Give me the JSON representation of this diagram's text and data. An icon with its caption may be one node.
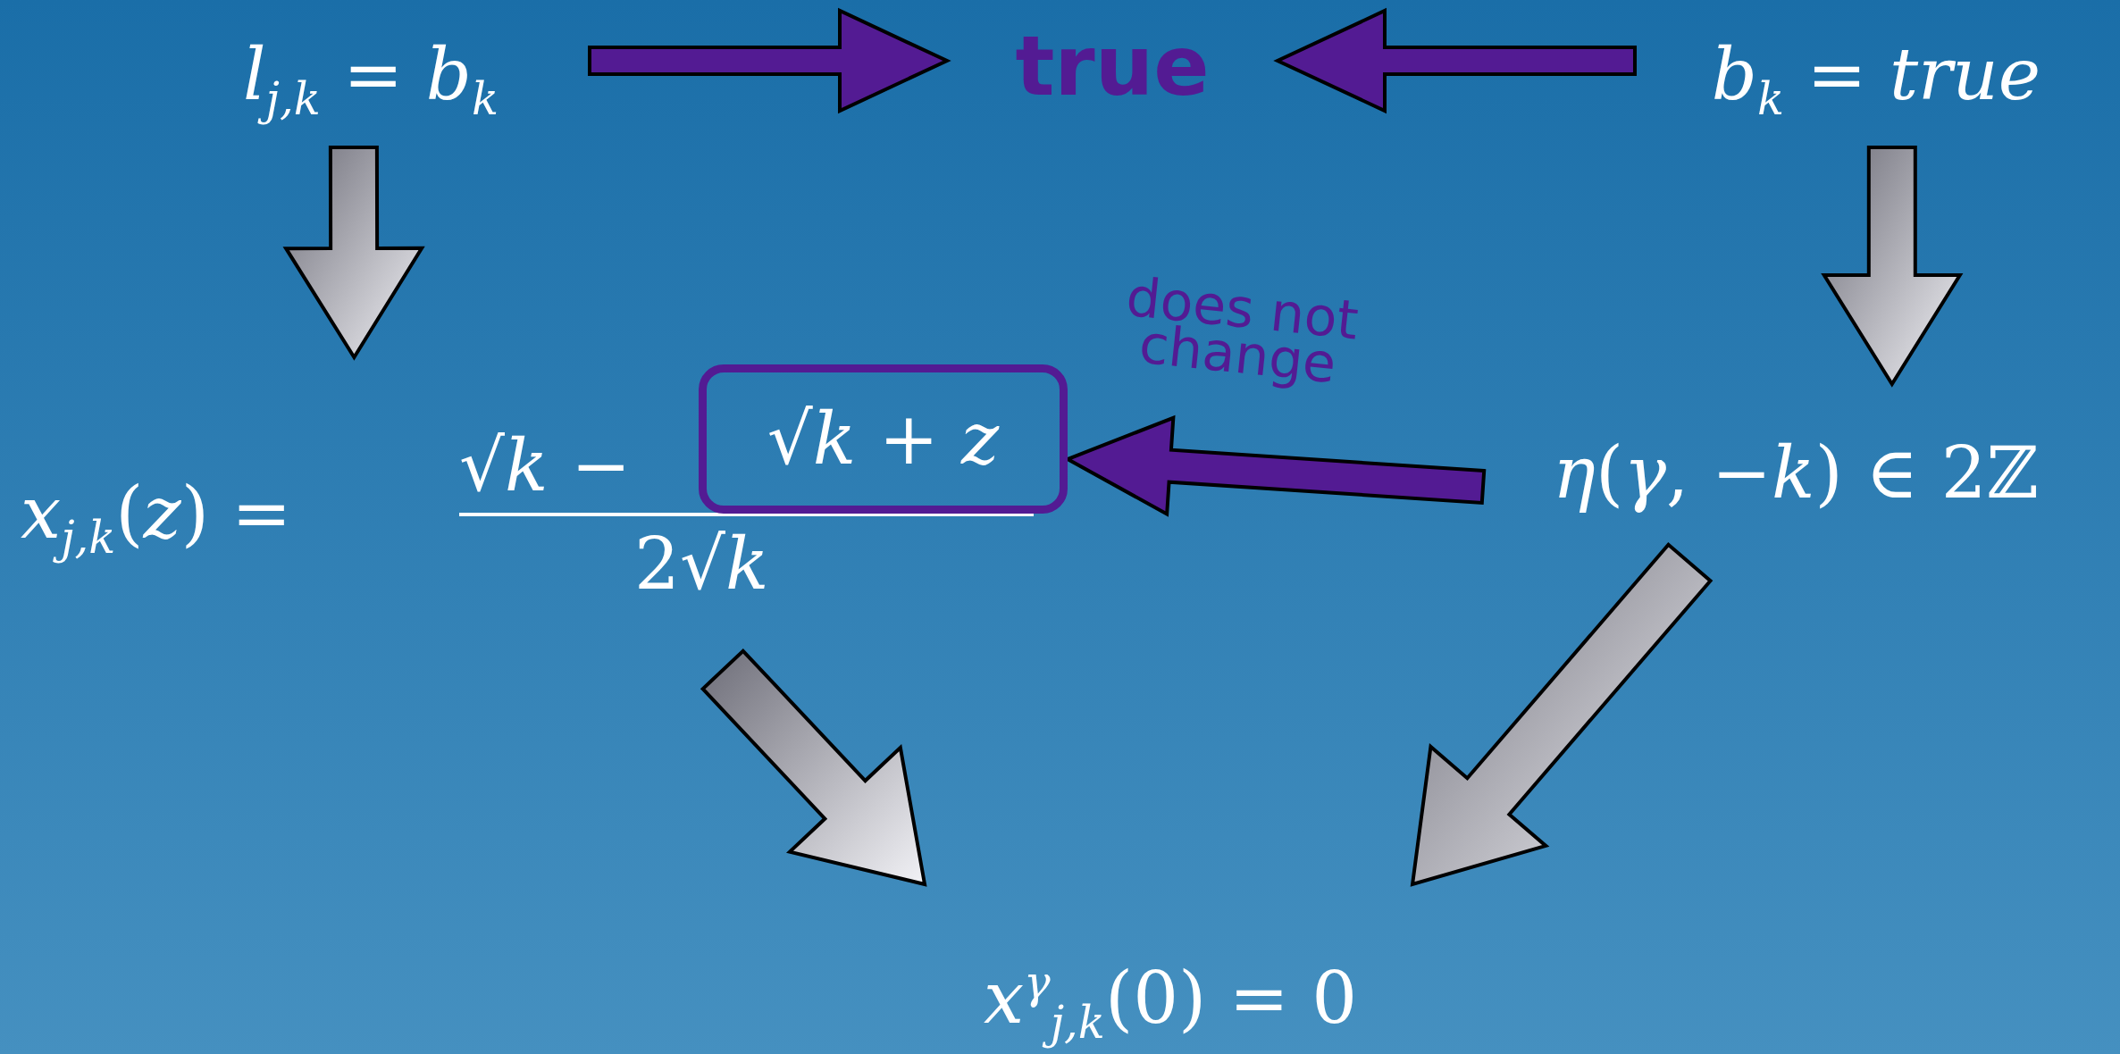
{
  "diagram": {
    "nodes": [
      {
        "text": [
          "*l*$_{j,k}$ = *b*$_{k}$"
        ]
      },
      {
        "text": [
          "true"
        ]
      },
      {
        "text": [
          "*b*$_{k}$ = *true*"
        ]
      },
      {
        "text": [
          "*x*$_{j,k}$(*z*) =",
          "√*k* −",
          "2√*k*"
        ]
      },
      {
        "text": [
          "√*k* + *z*"
        ],
        "in": 3
      },
      {
        "text": [
          "*η*(*γ*, −*k*) ∈ 2ℤ"
        ]
      },
      {
        "text": [
          "*x*$^{γ}$$_{j,k}$(0) = 0"
        ]
      }
    ],
    "edges": [
      {
        "from": 0,
        "to": 1,
        "arrow": "to",
        "color": "#531b93"
      },
      {
        "from": 2,
        "to": 1,
        "arrow": "to",
        "color": "#531b93"
      },
      {
        "from": 0,
        "to": 3,
        "arrow": "to"
      },
      {
        "from": 2,
        "to": 5,
        "arrow": "to"
      },
      {
        "from": 3,
        "to": 6,
        "arrow": "to"
      },
      {
        "from": 5,
        "to": 6,
        "arrow": "to"
      },
      {
        "from": 5,
        "to": 4,
        "arrow": "to",
        "label": "does not change",
        "color": "#531b93"
      }
    ]
  }
}
